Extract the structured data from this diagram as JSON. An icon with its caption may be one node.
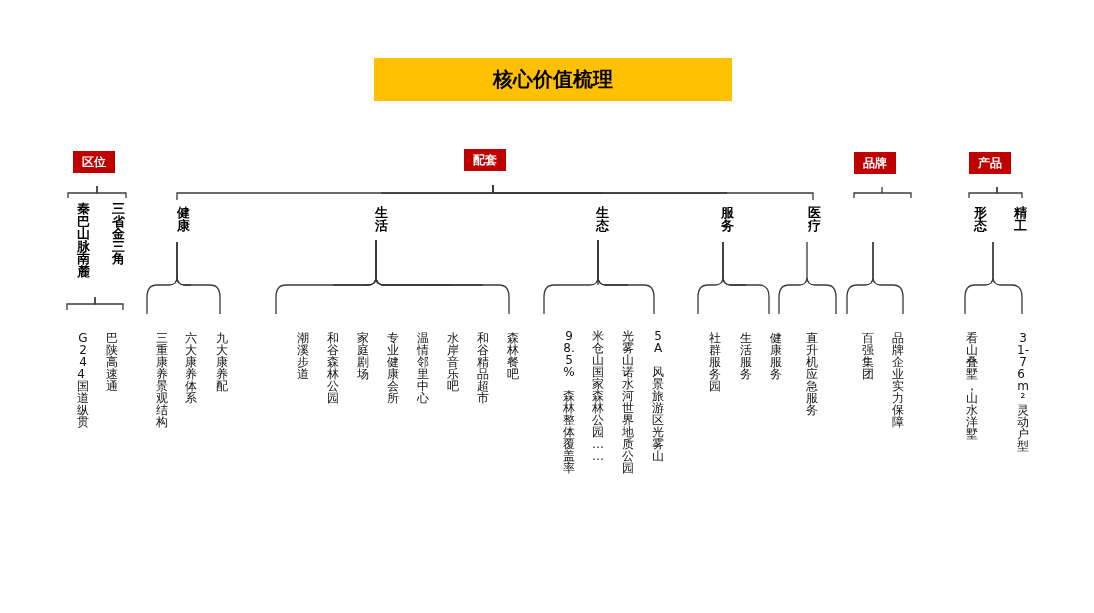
{
  "diagram": {
    "title": "核心价值梳理",
    "nodes": [
      {
        "text": [
          "区位"
        ]
      },
      {
        "text": [
          "秦巴山脉南麓"
        ]
      },
      {
        "text": [
          "三省金三角"
        ]
      },
      {
        "text": [
          "G244 国道纵贯"
        ]
      },
      {
        "text": [
          "巴陕高速通"
        ]
      },
      {
        "text": [
          "配套"
        ]
      },
      {
        "text": [
          "健康"
        ]
      },
      {
        "text": [
          "三重康养景观结构"
        ]
      },
      {
        "text": [
          "六大康养体系"
        ]
      },
      {
        "text": [
          "九大康养配"
        ]
      },
      {
        "text": [
          "生活"
        ]
      },
      {
        "text": [
          "潮溪步道"
        ]
      },
      {
        "text": [
          "和谷森林公园"
        ]
      },
      {
        "text": [
          "家庭剧场"
        ]
      },
      {
        "text": [
          "专业健康会所"
        ]
      },
      {
        "text": [
          "温情邻里中心"
        ]
      },
      {
        "text": [
          "水岸音乐吧"
        ]
      },
      {
        "text": [
          "和谷精品超市"
        ]
      },
      {
        "text": [
          "森林餐吧"
        ]
      },
      {
        "text": [
          "生态"
        ]
      },
      {
        "text": [
          "98.5% 森林整体覆盖率"
        ]
      },
      {
        "text": [
          "米仓山国家森林公园……"
        ]
      },
      {
        "text": [
          "光雾山诺水河世界地质公园"
        ]
      },
      {
        "text": [
          "5A 风景旅游区光雾山"
        ]
      },
      {
        "text": [
          "服务"
        ]
      },
      {
        "text": [
          "社群服务园"
        ]
      },
      {
        "text": [
          "生活服务"
        ]
      },
      {
        "text": [
          "健康服务"
        ]
      },
      {
        "text": [
          "医疗"
        ]
      },
      {
        "text": [
          "直升机应急服务"
        ]
      },
      {
        "text": [
          "品牌"
        ]
      },
      {
        "text": [
          "百强集团"
        ]
      },
      {
        "text": [
          "品牌企业实力保障"
        ]
      },
      {
        "text": [
          "产品"
        ]
      },
      {
        "text": [
          "形态"
        ]
      },
      {
        "text": [
          "精工"
        ]
      },
      {
        "text": [
          "看山叠墅，山水洋墅"
        ]
      },
      {
        "text": [
          "31-76 m²灵动户型"
        ]
      }
    ],
    "edges": [
      {
        "from": 0,
        "to": 1,
        "arrow": "none"
      },
      {
        "from": 0,
        "to": 2,
        "arrow": "none"
      },
      {
        "from": 1,
        "to": 3,
        "arrow": "none"
      },
      {
        "from": 1,
        "to": 4,
        "arrow": "none"
      },
      {
        "from": 5,
        "to": 6,
        "arrow": "none"
      },
      {
        "from": 5,
        "to": 10,
        "arrow": "none"
      },
      {
        "from": 5,
        "to": 19,
        "arrow": "none"
      },
      {
        "from": 5,
        "to": 24,
        "arrow": "none"
      },
      {
        "from": 5,
        "to": 28,
        "arrow": "none"
      },
      {
        "from": 6,
        "to": 7,
        "arrow": "none"
      },
      {
        "from": 6,
        "to": 8,
        "arrow": "none"
      },
      {
        "from": 6,
        "to": 9,
        "arrow": "none"
      },
      {
        "from": 10,
        "to": 11,
        "arrow": "none"
      },
      {
        "from": 10,
        "to": 12,
        "arrow": "none"
      },
      {
        "from": 10,
        "to": 13,
        "arrow": "none"
      },
      {
        "from": 10,
        "to": 14,
        "arrow": "none"
      },
      {
        "from": 10,
        "to": 15,
        "arrow": "none"
      },
      {
        "from": 10,
        "to": 16,
        "arrow": "none"
      },
      {
        "from": 10,
        "to": 17,
        "arrow": "none"
      },
      {
        "from": 10,
        "to": 18,
        "arrow": "none"
      },
      {
        "from": 19,
        "to": 20,
        "arrow": "none"
      },
      {
        "from": 19,
        "to": 21,
        "arrow": "none"
      },
      {
        "from": 19,
        "to": 22,
        "arrow": "none"
      },
      {
        "from": 19,
        "to": 23,
        "arrow": "none"
      },
      {
        "from": 24,
        "to": 25,
        "arrow": "none"
      },
      {
        "from": 24,
        "to": 26,
        "arrow": "none"
      },
      {
        "from": 24,
        "to": 27,
        "arrow": "none"
      },
      {
        "from": 28,
        "to": 29,
        "arrow": "none"
      },
      {
        "from": 30,
        "to": null,
        "arrow": "none"
      },
      {
        "from": null,
        "to": 31,
        "arrow": "none"
      },
      {
        "from": null,
        "to": 32,
        "arrow": "none"
      },
      {
        "from": 33,
        "to": 34,
        "arrow": "none"
      },
      {
        "from": 33,
        "to": 35,
        "arrow": "none"
      },
      {
        "from": 34,
        "to": 36,
        "arrow": "none"
      },
      {
        "from": 34,
        "to": 37,
        "arrow": "none"
      }
    ]
  }
}
